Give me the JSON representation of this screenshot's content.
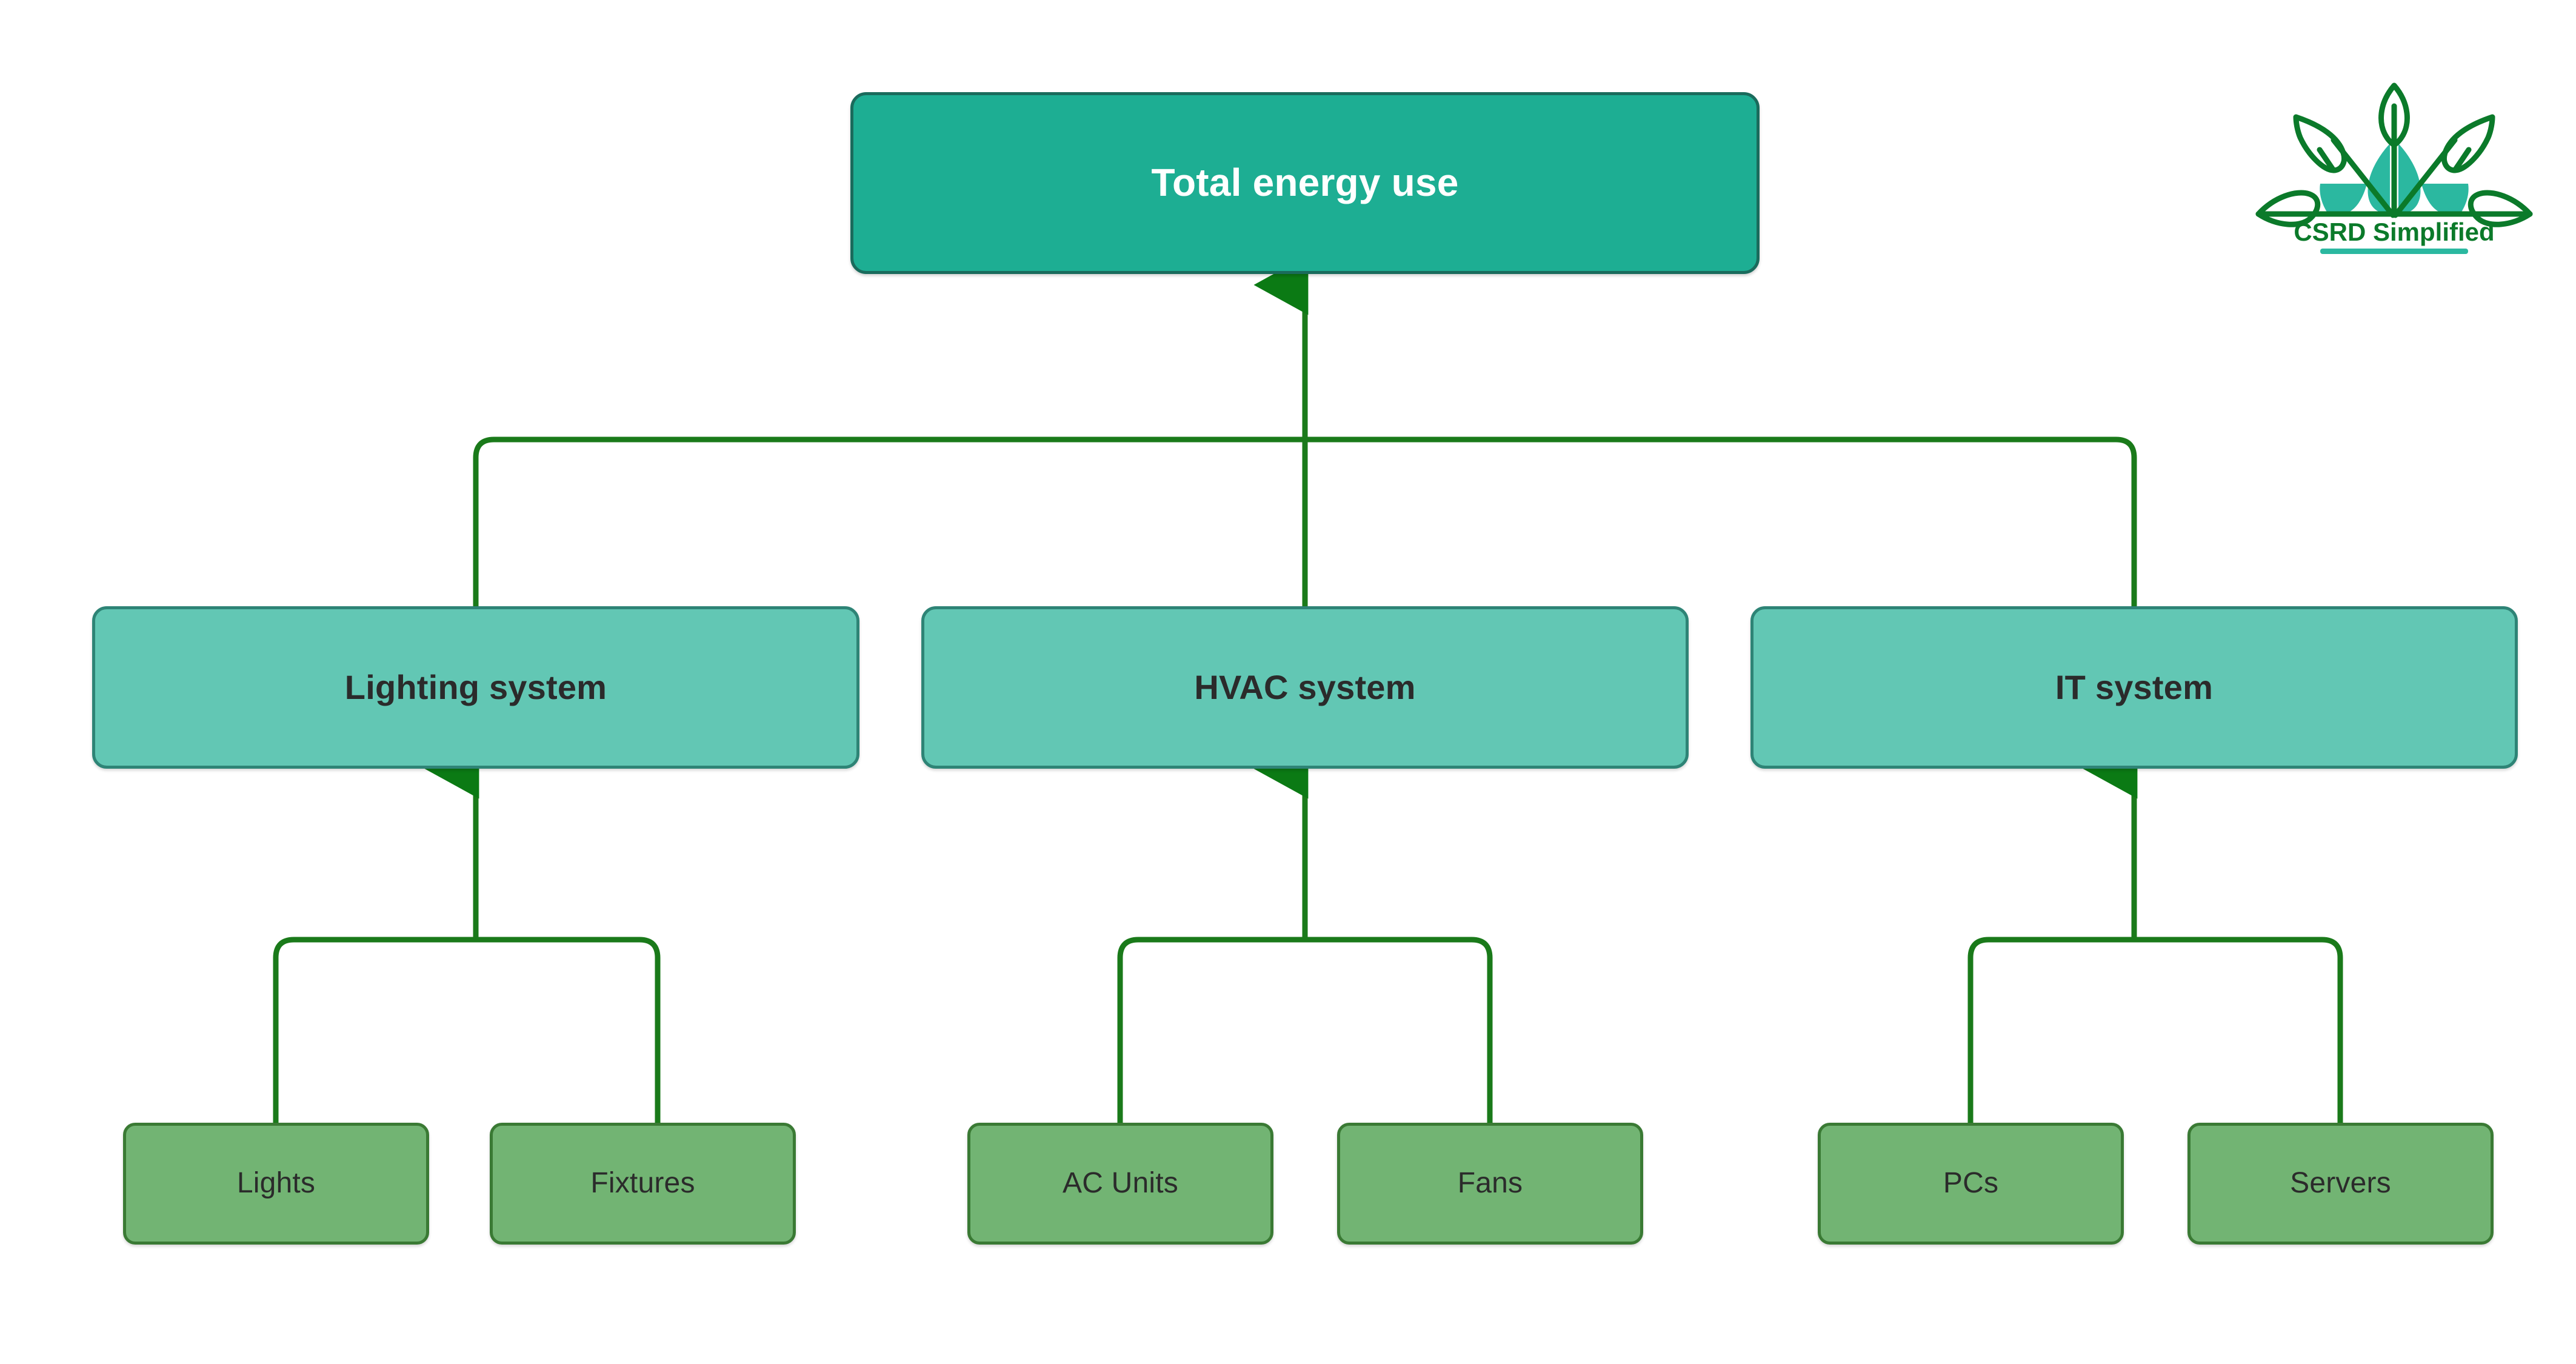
{
  "diagram": {
    "title_node": {
      "label": "Total energy use"
    },
    "level2": [
      {
        "label": "Lighting system"
      },
      {
        "label": "HVAC system"
      },
      {
        "label": "IT system"
      }
    ],
    "level3": [
      {
        "label": "Lights"
      },
      {
        "label": "Fixtures"
      },
      {
        "label": "AC Units"
      },
      {
        "label": "Fans"
      },
      {
        "label": "PCs"
      },
      {
        "label": "Servers"
      }
    ]
  },
  "logo": {
    "text": "CSRD Simplified",
    "leaf_outline_color": "#0B7A2A",
    "leaf_fill_color": "#2BB8A0"
  },
  "colors": {
    "root_fill": "#1DAE93",
    "root_border": "#1A6B5C",
    "root_text": "#FFFFFF",
    "mid_fill": "#62C7B4",
    "mid_border": "#2E8476",
    "leaf_fill": "#72B473",
    "leaf_border": "#3A7A34",
    "node_text": "#2B2B2B",
    "connector": "#1A7A1A",
    "background": "#FFFFFF"
  }
}
